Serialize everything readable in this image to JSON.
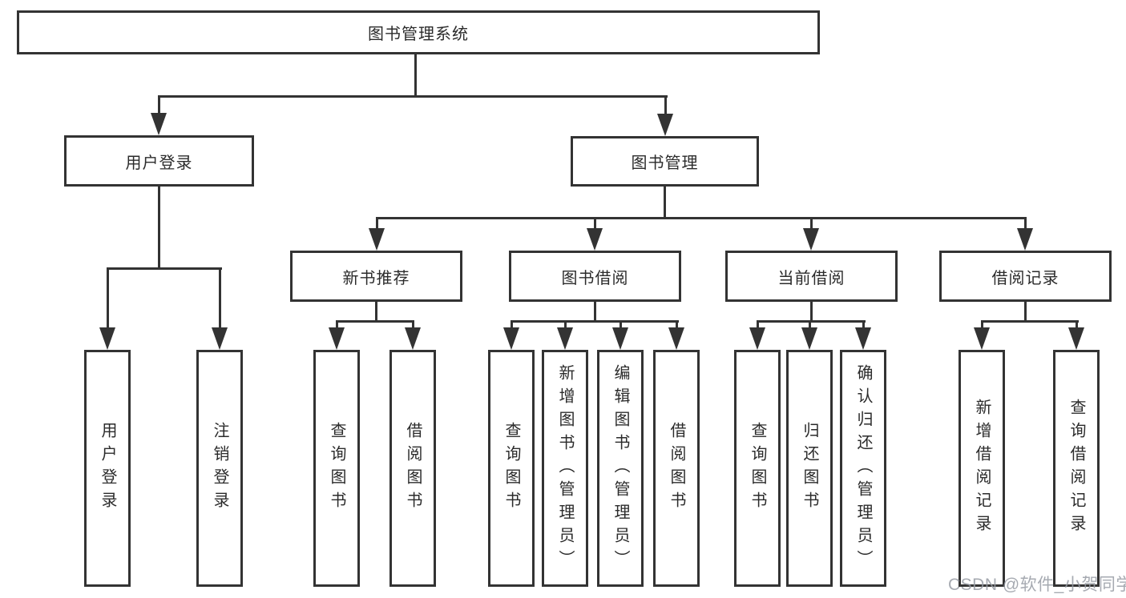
{
  "diagram": {
    "tree": {
      "label": "图书管理系统",
      "children": [
        {
          "label": "用户登录",
          "children": [
            {
              "label": "用户登录"
            },
            {
              "label": "注销登录"
            }
          ]
        },
        {
          "label": "图书管理",
          "children": [
            {
              "label": "新书推荐",
              "children": [
                {
                  "label": "查询图书"
                },
                {
                  "label": "借阅图书"
                }
              ]
            },
            {
              "label": "图书借阅",
              "children": [
                {
                  "label": "查询图书"
                },
                {
                  "label": "新增图书（管理员）"
                },
                {
                  "label": "编辑图书（管理员）"
                },
                {
                  "label": "借阅图书"
                }
              ]
            },
            {
              "label": "当前借阅",
              "children": [
                {
                  "label": "查询图书"
                },
                {
                  "label": "归还图书"
                },
                {
                  "label": "确认归还（管理员）"
                }
              ]
            },
            {
              "label": "借阅记录",
              "children": [
                {
                  "label": "新增借阅记录"
                },
                {
                  "label": "查询借阅记录"
                }
              ]
            }
          ]
        }
      ]
    },
    "colors": {
      "line": "#333333",
      "box_border": "#333333",
      "text": "#2b2b2b",
      "background": "#ffffff",
      "watermark": "#9aa0a8"
    }
  },
  "watermark": {
    "text": "CSDN @软件_小贺同学"
  }
}
